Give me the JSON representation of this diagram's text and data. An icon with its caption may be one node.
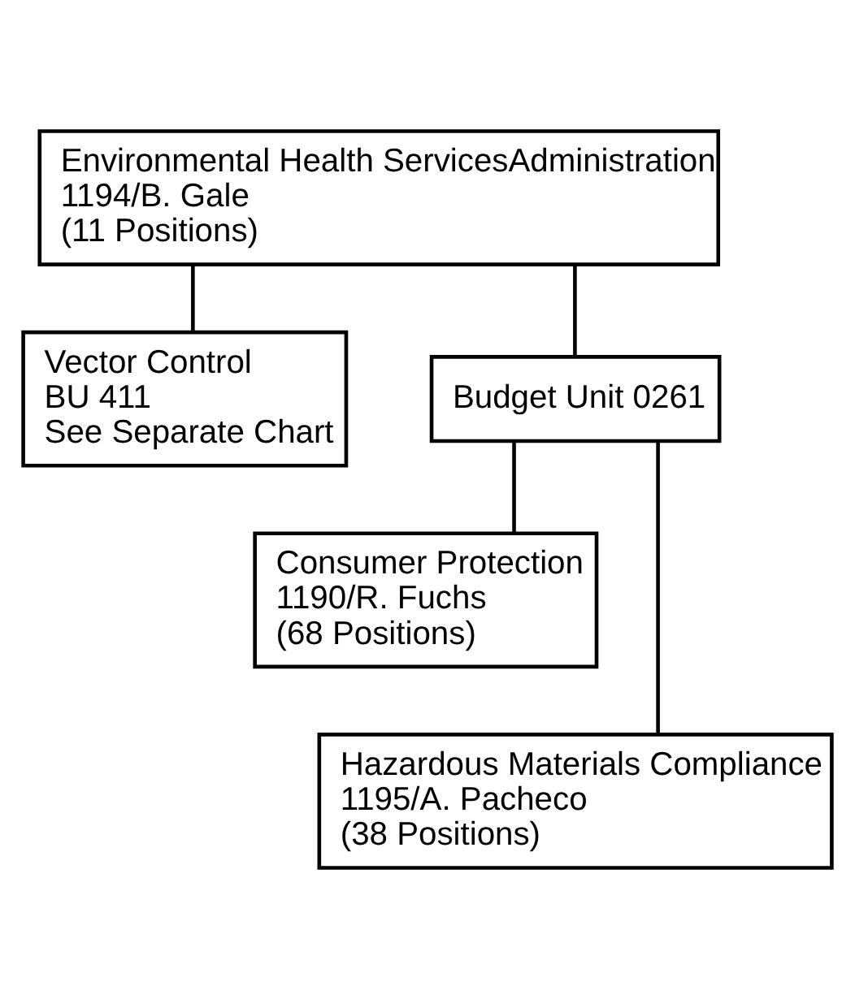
{
  "diagram": {
    "nodes": [
      {
        "text": [
          "Environmental Health ServicesAdministration",
          "1194/B. Gale",
          "(11 Positions)"
        ]
      },
      {
        "text": [
          "Vector Control",
          "BU 411",
          "See Separate Chart"
        ]
      },
      {
        "text": [
          "Budget Unit 0261"
        ]
      },
      {
        "text": [
          "Consumer Protection",
          "1190/R. Fuchs",
          "(68 Positions)"
        ]
      },
      {
        "text": [
          "Hazardous Materials Compliance",
          "1195/A. Pacheco",
          "(38 Positions)"
        ]
      }
    ],
    "edges": [
      {
        "from": 0,
        "to": 1,
        "arrow": "none"
      },
      {
        "from": 0,
        "to": 2,
        "arrow": "none"
      },
      {
        "from": 2,
        "to": 3,
        "arrow": "none"
      },
      {
        "from": 2,
        "to": 4,
        "arrow": "none"
      }
    ]
  }
}
